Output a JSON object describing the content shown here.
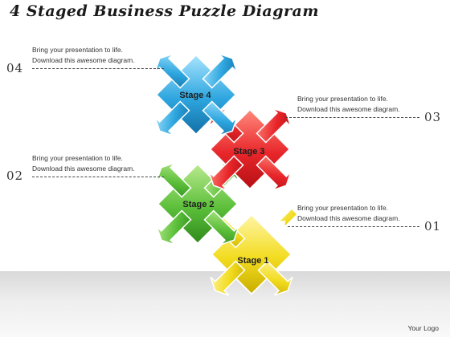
{
  "title": "4 Staged Business Puzzle Diagram",
  "callouts": {
    "c04": {
      "number": "04",
      "line1": "Bring your presentation to life.",
      "line2": "Download this awesome diagram."
    },
    "c03": {
      "number": "03",
      "line1": "Bring your presentation to life.",
      "line2": "Download this awesome diagram."
    },
    "c02": {
      "number": "02",
      "line1": "Bring your presentation to life.",
      "line2": "Download this awesome diagram."
    },
    "c01": {
      "number": "01",
      "line1": "Bring your presentation to life.",
      "line2": "Download this awesome diagram."
    }
  },
  "stages": [
    {
      "label": "Stage 1",
      "color": "#f2dc1f"
    },
    {
      "label": "Stage 2",
      "color": "#5cbf3a"
    },
    {
      "label": "Stage 3",
      "color": "#e8262a"
    },
    {
      "label": "Stage 4",
      "color": "#2ea6df"
    }
  ],
  "logo": "Your Logo"
}
